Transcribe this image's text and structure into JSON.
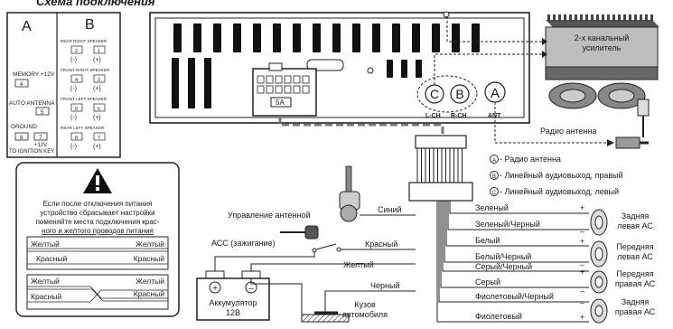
{
  "title": "Схема подключения",
  "connector_block": {
    "a_label": "A",
    "b_label": "B",
    "a_rows": [
      {
        "label": "MEMORY +12V",
        "pin": "4"
      },
      {
        "label": "AUTO ANTENNA",
        "pin": "5"
      },
      {
        "label": "GROUND",
        "pin": "8",
        "extra": "7",
        "sub": "+12V",
        "sub2": "TO IGNITION KEY"
      }
    ],
    "b_groups": [
      {
        "label": "REAR RIGHT SPEAKER",
        "pins": [
          "2",
          "1"
        ],
        "signs": [
          "(-)",
          "(+)"
        ]
      },
      {
        "label": "FRONT RIGHT SPEAKER",
        "pins": [
          "4",
          "3"
        ],
        "signs": [
          "(-)",
          "(+)"
        ]
      },
      {
        "label": "FRONT LEFT SPEAKER",
        "pins": [
          "6",
          "5"
        ],
        "signs": [
          "(-)",
          "(+)"
        ]
      },
      {
        "label": "REAR LEFT SPEAKER",
        "pins": [
          "8",
          "7"
        ],
        "signs": [
          "(-)",
          "(+)"
        ]
      }
    ]
  },
  "warning": {
    "lines": [
      "Если после отключения питания",
      "устройство сбрасывает настройки",
      "поменяйте места подключения крас-",
      "ного и желтого проводов питания"
    ],
    "table1": [
      [
        "Желтый",
        "Желтый"
      ],
      [
        "Красный",
        "Красный"
      ]
    ],
    "table2": [
      [
        "Желтый",
        "Желтый"
      ],
      [
        "Красный",
        "Красный"
      ]
    ]
  },
  "head_unit": {
    "fuse": "5A",
    "jack_c": "C",
    "jack_b": "B",
    "jack_a": "A",
    "lch": "L-CH",
    "rch": "R-CH",
    "ant": "ANT"
  },
  "amplifier": {
    "line1": "2-х канальный",
    "line2": "усилитель"
  },
  "radio_antenna": "Радио антенна",
  "legend": [
    {
      "key": "A",
      "text": "- Радио антенна"
    },
    {
      "key": "B",
      "text": "- Линейный аудиовыход, правый"
    },
    {
      "key": "C",
      "text": "- Линейный аудиовыход, левый"
    }
  ],
  "wires_left": {
    "antenna_control": "Управление антенной",
    "blue": "Синий",
    "acc": "АСС (зажигание)",
    "red": "Красный",
    "yellow": "Желтый",
    "black": "Черный"
  },
  "battery": {
    "line1": "Аккумулятор",
    "line2": "12В"
  },
  "body": {
    "line1": "Кузов",
    "line2": "автомобиля"
  },
  "speaker_wires": [
    "Зеленый",
    "Зеленый/Черный",
    "Белый",
    "Белый/Черный",
    "Серый/Черный",
    "Серый",
    "Фиолетовый/Черный",
    "Фиолетовый"
  ],
  "speakers": [
    {
      "line1": "Задняя",
      "line2": "левая АС"
    },
    {
      "line1": "Передняя",
      "line2": "левая АС"
    },
    {
      "line1": "Передняя",
      "line2": "правая АС"
    },
    {
      "line1": "Задняя",
      "line2": "правая АС"
    }
  ],
  "plus": "+",
  "minus": "–"
}
